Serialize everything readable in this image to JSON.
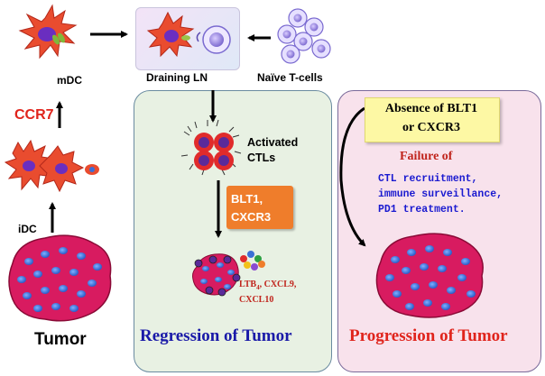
{
  "labels": {
    "mdc": "mDC",
    "ccr7": "CCR7",
    "idc": "iDC",
    "tumor": "Tumor",
    "draining_ln": "Draining LN",
    "naive_tcells": "Naïve T-cells",
    "activated_ctls": [
      "Activated",
      "CTLs"
    ],
    "blt_cxcr3": [
      "BLT1,",
      "CXCR3"
    ],
    "ltb4_line1": "LTB",
    "ltb4_sub": "4",
    "ltb4_line1_rest": ", CXCL9,",
    "ltb4_line2": "CXCL10",
    "regression": "Regression of Tumor",
    "absence": [
      "Absence of BLT1",
      "or CXCR3"
    ],
    "failure_of": "Failure of",
    "ctl_failures": [
      "CTL recruitment,",
      "immune surveillance,",
      "PD1 treatment."
    ],
    "progression": "Progression of Tumor"
  },
  "colors": {
    "accent_red": "#e0241c",
    "regression_blue": "#1a1aa8",
    "failure_blue": "#1a1ad0",
    "blt_orange": "#ef7d2b",
    "absence_yellow": "#fdf8a4",
    "tumor_pink": "#d81b60",
    "nucleus_blue": "#3b6fd6"
  }
}
